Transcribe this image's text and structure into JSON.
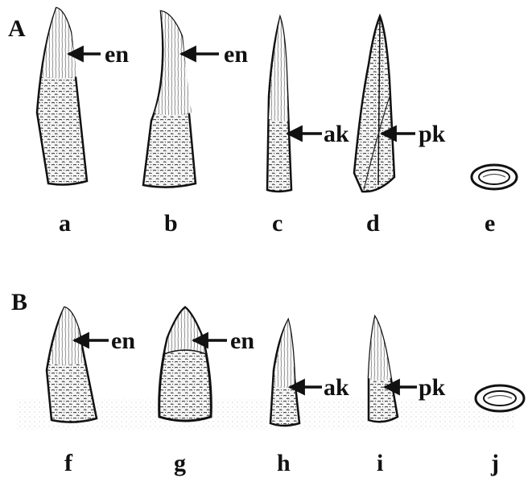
{
  "panels": [
    {
      "label": "A",
      "annotations": [
        "en",
        "en",
        "ak",
        "pk"
      ],
      "views": [
        "a",
        "b",
        "c",
        "d",
        "e"
      ]
    },
    {
      "label": "B",
      "annotations": [
        "en",
        "en",
        "ak",
        "pk"
      ],
      "views": [
        "f",
        "g",
        "h",
        "i",
        "j"
      ]
    }
  ]
}
